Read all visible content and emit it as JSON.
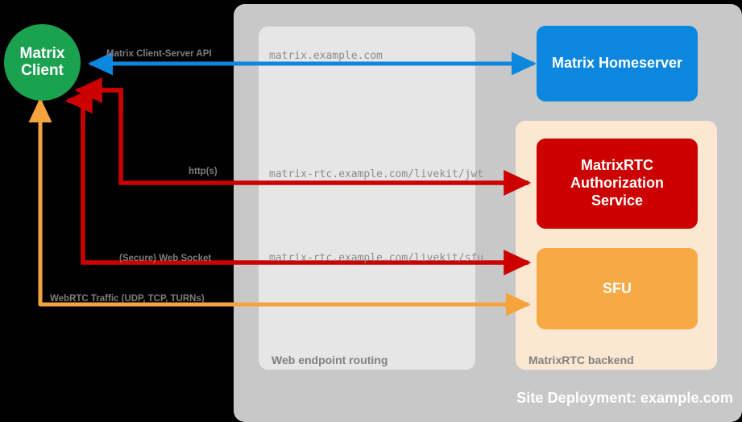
{
  "diagram": {
    "title": "Site Deployment: example.com",
    "background": "#000000",
    "containers": [
      {
        "id": "site-deployment",
        "label": "Site Deployment: example.com",
        "color": "#c8c8c8",
        "label_color": "#ffffff"
      },
      {
        "id": "web-endpoint-routing",
        "label": "Web endpoint routing",
        "color": "#e6e6e6",
        "label_color": "#808080"
      },
      {
        "id": "matrixrtc-backend",
        "label": "MatrixRTC backend",
        "color": "#fce8d2",
        "label_color": "#808080"
      }
    ],
    "nodes": [
      {
        "id": "matrix-client",
        "label_line1": "Matrix",
        "label_line2": "Client",
        "shape": "circle",
        "color": "#1aa251"
      },
      {
        "id": "matrix-homeserver",
        "label": "Matrix Homeserver",
        "shape": "rounded-rect",
        "color": "#0b87e0"
      },
      {
        "id": "matrixrtc-auth-service",
        "label": "MatrixRTC\nAuthorization\nService",
        "label_line1": "MatrixRTC",
        "label_line2": "Authorization",
        "label_line3": "Service",
        "shape": "rounded-rect",
        "color": "#cc0000"
      },
      {
        "id": "sfu",
        "label": "SFU",
        "shape": "rounded-rect",
        "color": "#f7a946"
      }
    ],
    "edges": [
      {
        "id": "matrix-client-server-api",
        "label": "Matrix Client-Server API",
        "endpoint": "matrix.example.com",
        "color": "#0b87e0",
        "from": "matrix-homeserver",
        "to": "matrix-client",
        "direction": "left"
      },
      {
        "id": "https-jwt",
        "label": "http(s)",
        "endpoint": "matrix-rtc.example.com/livekit/jwt",
        "color": "#cc0000",
        "from": "matrix-client",
        "to": "matrixrtc-auth-service",
        "direction": "right"
      },
      {
        "id": "secure-web-socket",
        "label": "(Secure) Web Socket",
        "endpoint": "matrix-rtc.example.com/livekit/sfu",
        "color": "#cc0000",
        "from": "matrix-client",
        "to": "sfu",
        "direction": "right"
      },
      {
        "id": "webrtc-traffic",
        "label": "WebRTC Traffic (UDP, TCP, TURNs)",
        "endpoint": "",
        "color": "#f5a33c",
        "from": "matrix-client",
        "to": "sfu",
        "direction": "right"
      }
    ]
  }
}
